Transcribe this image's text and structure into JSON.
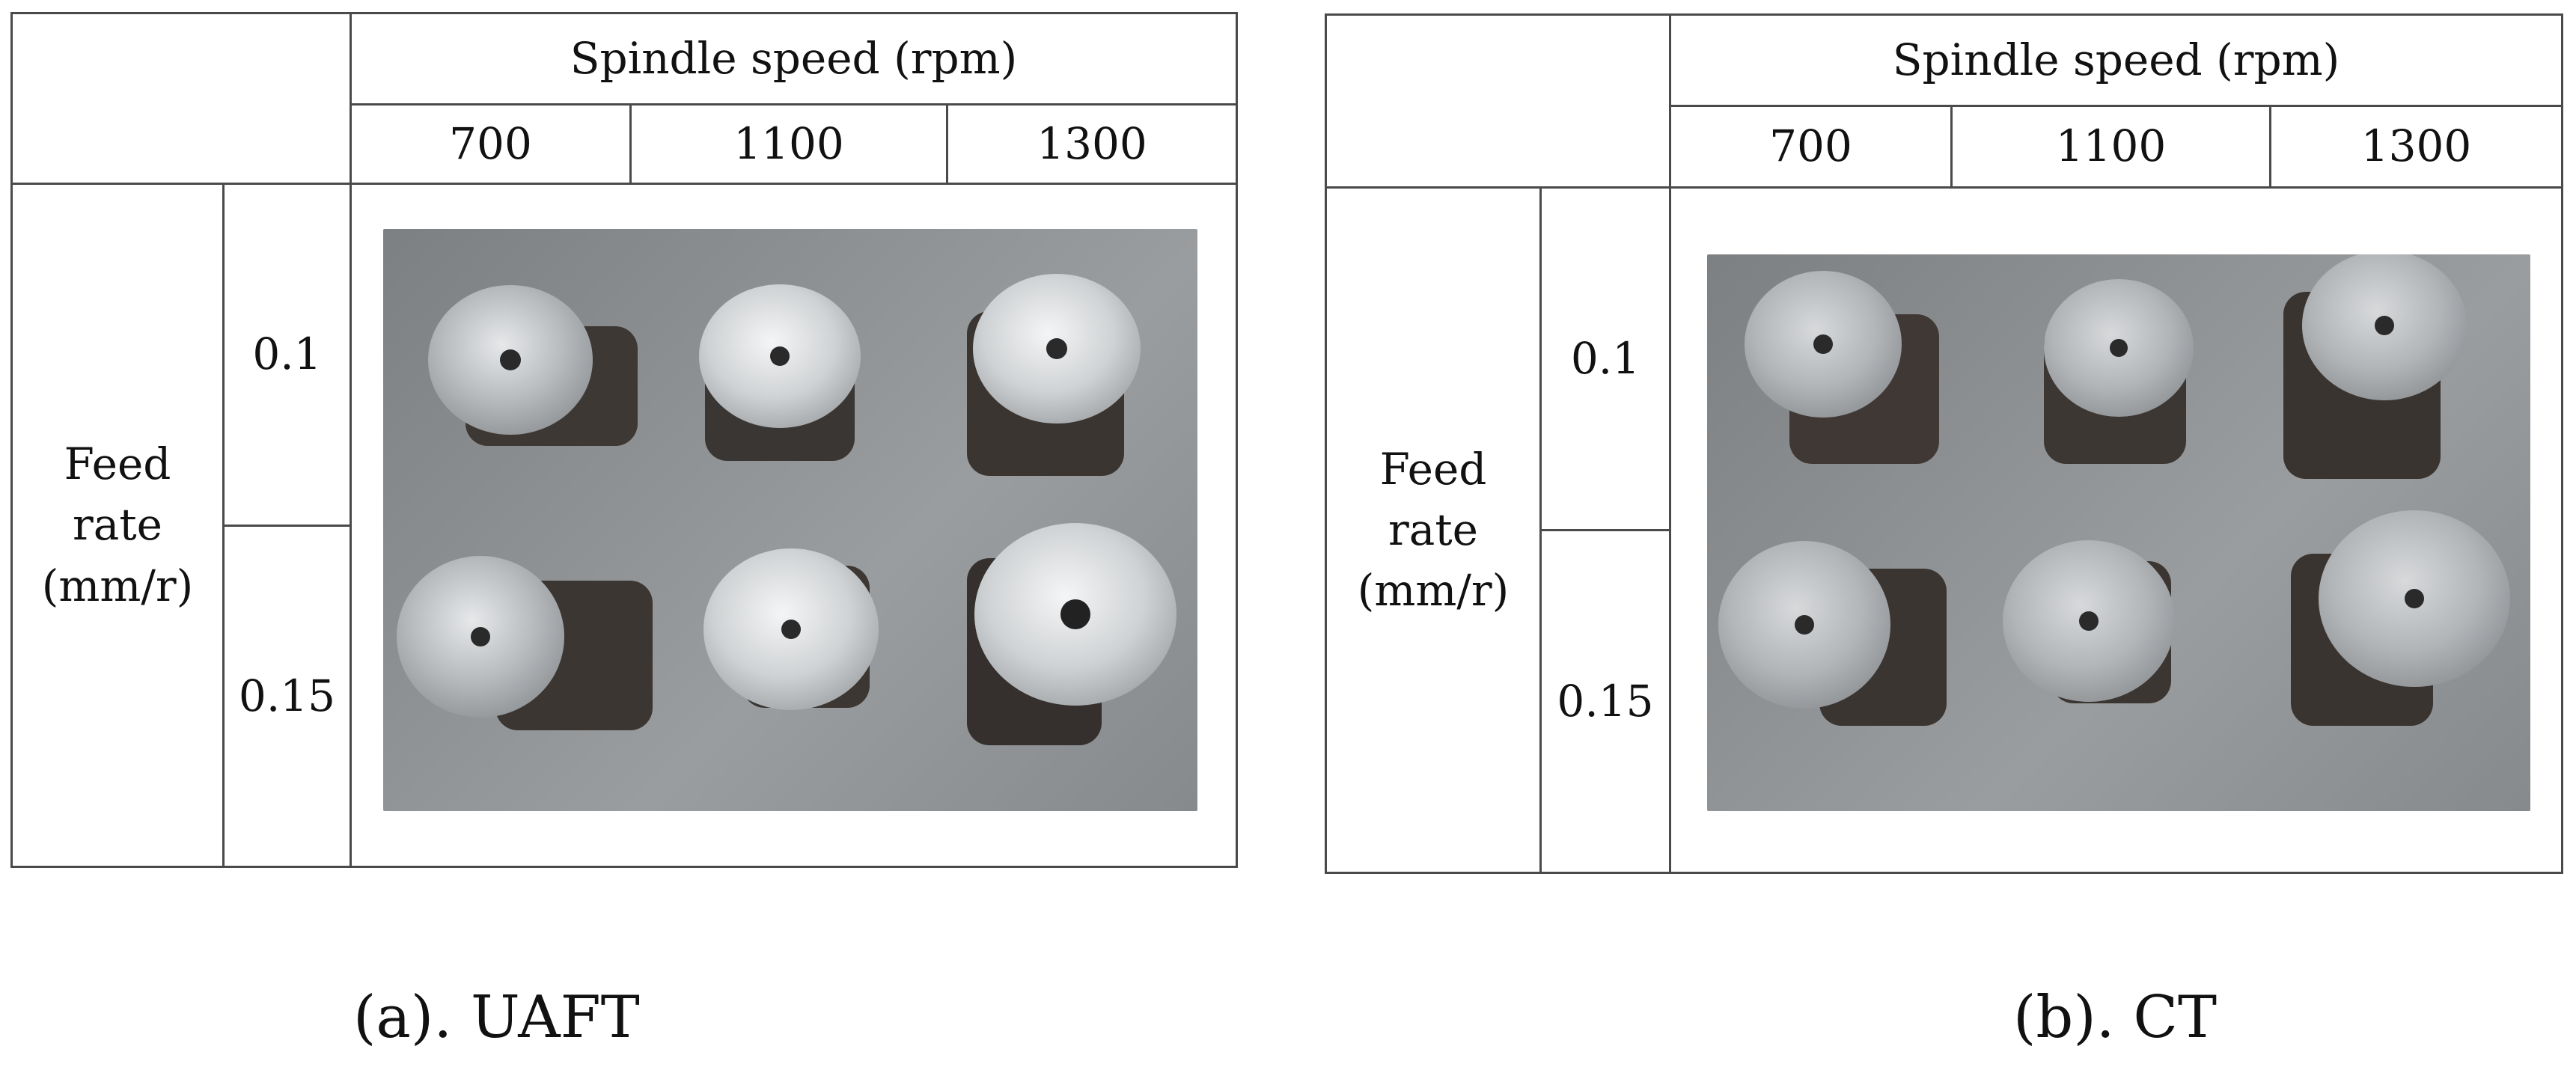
{
  "panels": [
    {
      "spindle_header": "Spindle speed (rpm)",
      "speeds": [
        "700",
        "1100",
        "1300"
      ],
      "feed_label": [
        "Feed",
        "rate",
        "(mm/r)"
      ],
      "feeds": [
        "0.1",
        "0.15"
      ],
      "photo_alt": "",
      "caption": "(a). UAFT"
    },
    {
      "spindle_header": "Spindle speed (rpm)",
      "speeds": [
        "700",
        "1100",
        "1300"
      ],
      "feed_label": [
        "Feed",
        "rate",
        "(mm/r)"
      ],
      "feeds": [
        "0.1",
        "0.15"
      ],
      "photo_alt": "",
      "caption": "(b). CT"
    }
  ]
}
